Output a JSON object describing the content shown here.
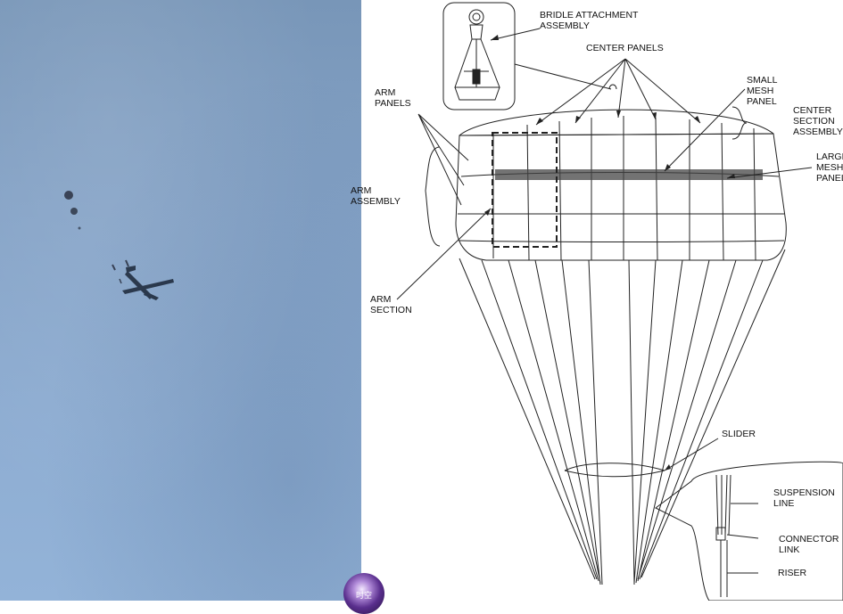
{
  "labels": {
    "bridle": "BRIDLE ATTACHMENT\nASSEMBLY",
    "center_panels": "CENTER PANELS",
    "small_mesh": "SMALL\nMESH\nPANEL",
    "center_section": "CENTER\nSECTION\nASSEMBLY",
    "large_mesh": "LARGE\nMESH\nPANEL",
    "arm_panels": "ARM\nPANELS",
    "arm_assembly": "ARM\nASSEMBLY",
    "arm_section": "ARM\nSECTION",
    "slider": "SLIDER",
    "suspension_line": "SUSPENSION\nLINE",
    "connector_link": "CONNECTOR\nLINK",
    "riser": "RISER"
  },
  "watermark": {
    "text": "时空"
  },
  "colors": {
    "sky_top": "#7896b8",
    "sky_bottom": "#93b3d8",
    "aircraft": "#1e2c40",
    "line": "#222222"
  }
}
